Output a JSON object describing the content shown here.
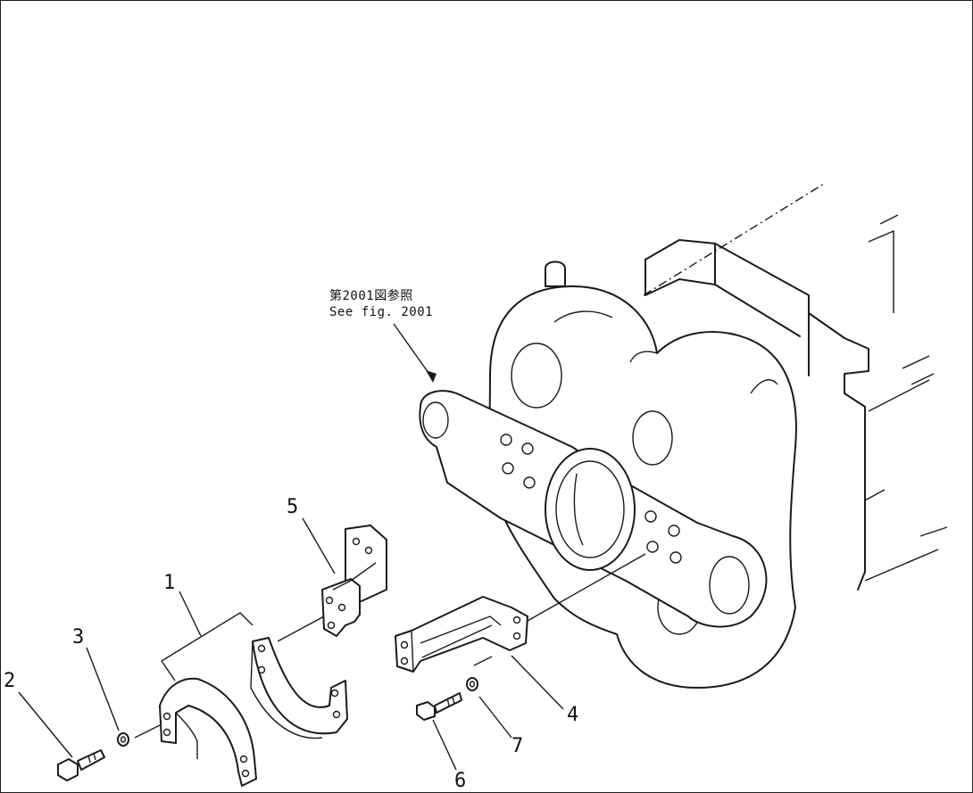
{
  "reference_note": {
    "line1": "第2001図参照",
    "line2": "See fig. 2001"
  },
  "callouts": {
    "part_1": "1",
    "part_2": "2",
    "part_3": "3",
    "part_4": "4",
    "part_5": "5",
    "part_6": "6",
    "part_7": "7"
  }
}
